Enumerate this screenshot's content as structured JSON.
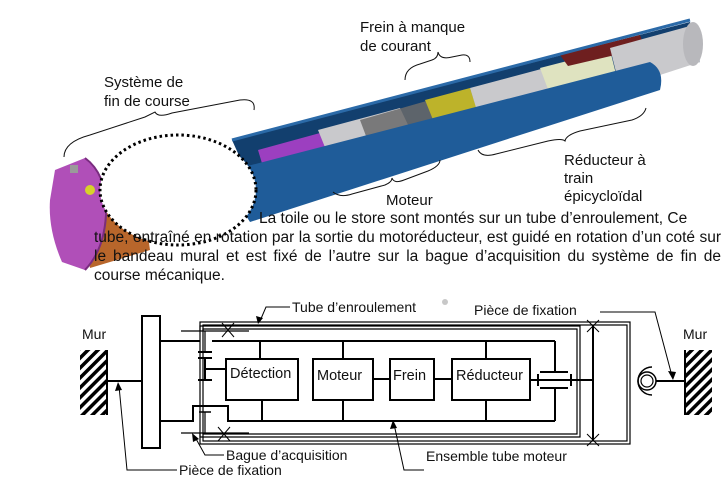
{
  "illustration": {
    "labels": {
      "fin_de_course": [
        "Système    de",
        "fin de course"
      ],
      "frein": [
        "Frein à manque",
        "de courant"
      ],
      "moteur": "Moteur",
      "reducteur": [
        "Réducteur à",
        "train",
        "épicycloïdal"
      ]
    },
    "colors": {
      "tube_blue": "#1f5c99",
      "tube_dark": "#123f6e",
      "magenta": "#b04fb8",
      "purple": "#9c3fc0",
      "grey": "#c9c9cc",
      "dark_grey": "#6b6b6b",
      "yellow": "#bdb32a",
      "olive": "#dfe3c0",
      "orange": "#b8662b",
      "maroon": "#6e1f1f",
      "cyan": "#6cc9cf"
    }
  },
  "paragraph": {
    "line1": "La toile ou le store sont montés sur un tube d’enroulement, Ce",
    "rest": "tube, entraîné en rotation par la sortie du motoréducteur, est guidé en rotation d’un coté sur le bandeau mural et est fixé de l’autre sur la bague d’acquisition du système de fin de course mécanique."
  },
  "diagram": {
    "wall_left": "Mur",
    "wall_right": "Mur",
    "blocks": [
      "Détection",
      "Moteur",
      "Frein",
      "Réducteur"
    ],
    "callouts": {
      "tube_enroulement": "Tube d’enroulement",
      "piece_fixation_right": "Pièce de fixation",
      "bague_acquisition": "Bague d’acquisition",
      "piece_fixation_left": "Pièce de fixation",
      "ensemble_tube_moteur": "Ensemble tube moteur"
    }
  }
}
